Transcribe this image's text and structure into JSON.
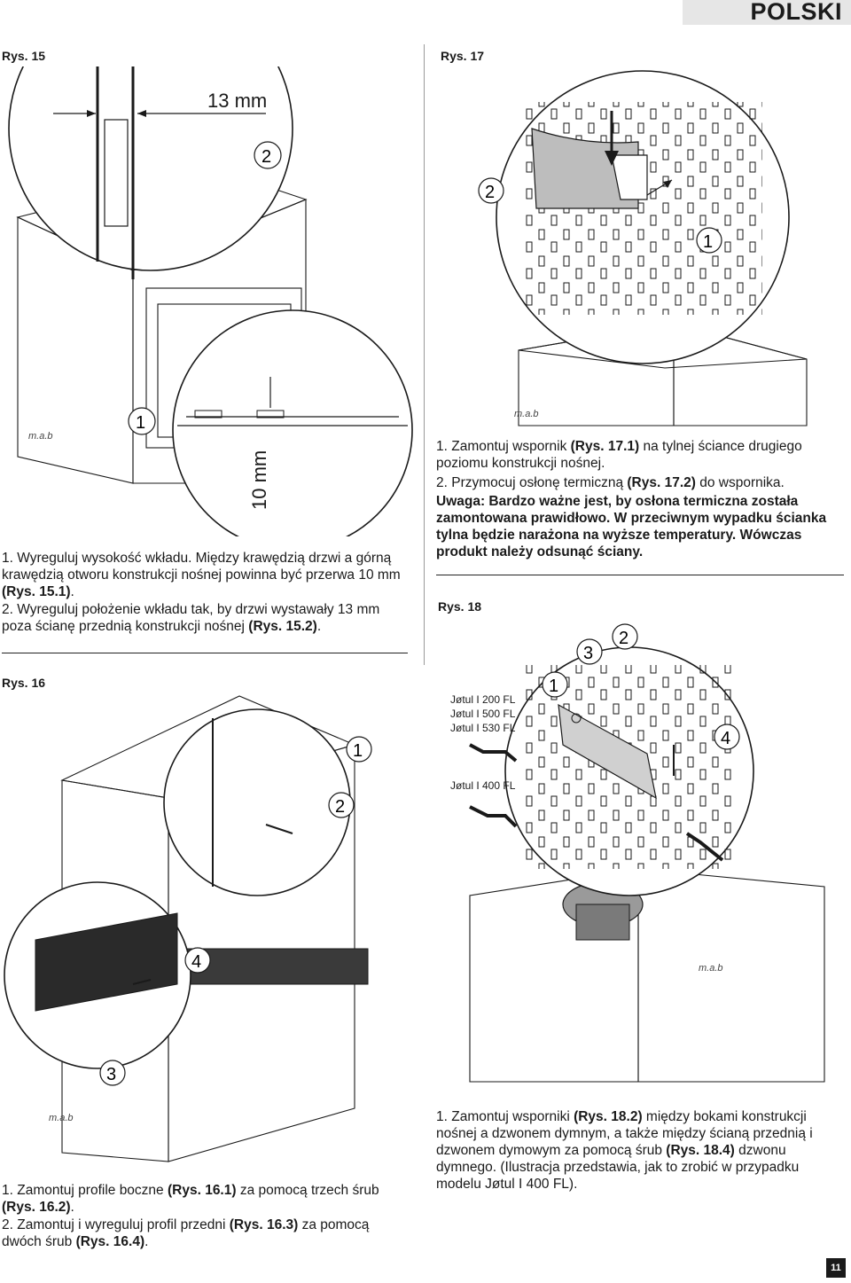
{
  "header": {
    "language": "POLSKI"
  },
  "fig15": {
    "label": "Rys. 15",
    "dim_top": "13 mm",
    "dim_side": "10 mm",
    "callout_1": "1",
    "callout_2": "2",
    "watermark": "m.a.b",
    "steps": [
      {
        "num": "1.",
        "text": "Wyreguluj wysokość wkładu. Między krawędzią drzwi a górną krawędzią otworu konstrukcji nośnej powinna być przerwa 10 mm ",
        "ref": "(Rys. 15.1)",
        "end": "."
      },
      {
        "num": "2.",
        "text": "Wyreguluj położenie wkładu tak, by drzwi wystawały 13 mm poza ścianę przednią konstrukcji nośnej ",
        "ref": "(Rys. 15.2)",
        "end": "."
      }
    ]
  },
  "fig16": {
    "label": "Rys. 16",
    "callout_1": "1",
    "callout_2": "2",
    "callout_3": "3",
    "callout_4": "4",
    "watermark": "m.a.b",
    "steps": [
      {
        "num": "1.",
        "text": "Zamontuj profile boczne ",
        "ref": "(Rys. 16.1)",
        "mid": " za pomocą trzech śrub ",
        "ref2": "(Rys. 16.2)",
        "end": "."
      },
      {
        "num": "2.",
        "text": "Zamontuj i wyreguluj profil przedni ",
        "ref": "(Rys. 16.3)",
        "mid": " za pomocą dwóch śrub ",
        "ref2": "(Rys. 16.4)",
        "end": "."
      }
    ]
  },
  "fig17": {
    "label": "Rys. 17",
    "callout_1": "1",
    "callout_2": "2",
    "watermark": "m.a.b",
    "step1_num": "1.",
    "step1_a": "Zamontuj wspornik ",
    "step1_ref": "(Rys. 17.1)",
    "step1_b": " na tylnej ściance drugiego poziomu konstrukcji nośnej.",
    "step2_num": "2.",
    "step2_a": "Przymocuj osłonę termiczną ",
    "step2_ref": "(Rys. 17.2)",
    "step2_b": " do wspornika.",
    "note": "Uwaga: Bardzo ważne jest, by osłona termiczna została zamontowana prawidłowo. W przeciwnym wypadku ścianka tylna będzie narażona na wyższe temperatury. Wówczas produkt należy odsunąć ściany."
  },
  "fig18": {
    "label": "Rys. 18",
    "callout_1": "1",
    "callout_2": "2",
    "callout_3": "3",
    "callout_4": "4",
    "models_a": [
      "Jøtul I 200 FL",
      "Jøtul I 500 FL",
      "Jøtul I 530 FL"
    ],
    "models_b": "Jøtul I 400 FL",
    "watermark": "m.a.b",
    "step_num": "1.",
    "step_a": "Zamontuj wsporniki ",
    "step_ref": "(Rys. 18.2)",
    "step_b": " między bokami konstrukcji nośnej a dzwonem dymnym, a także między ścianą przednią i dzwonem dymowym za pomocą śrub ",
    "step_ref2": "(Rys. 18.4)",
    "step_c": " dzwonu dymnego. (Ilustracja przedstawia, jak to zrobić w przypadku modelu Jøtul I 400 FL)."
  },
  "page_number": "11"
}
